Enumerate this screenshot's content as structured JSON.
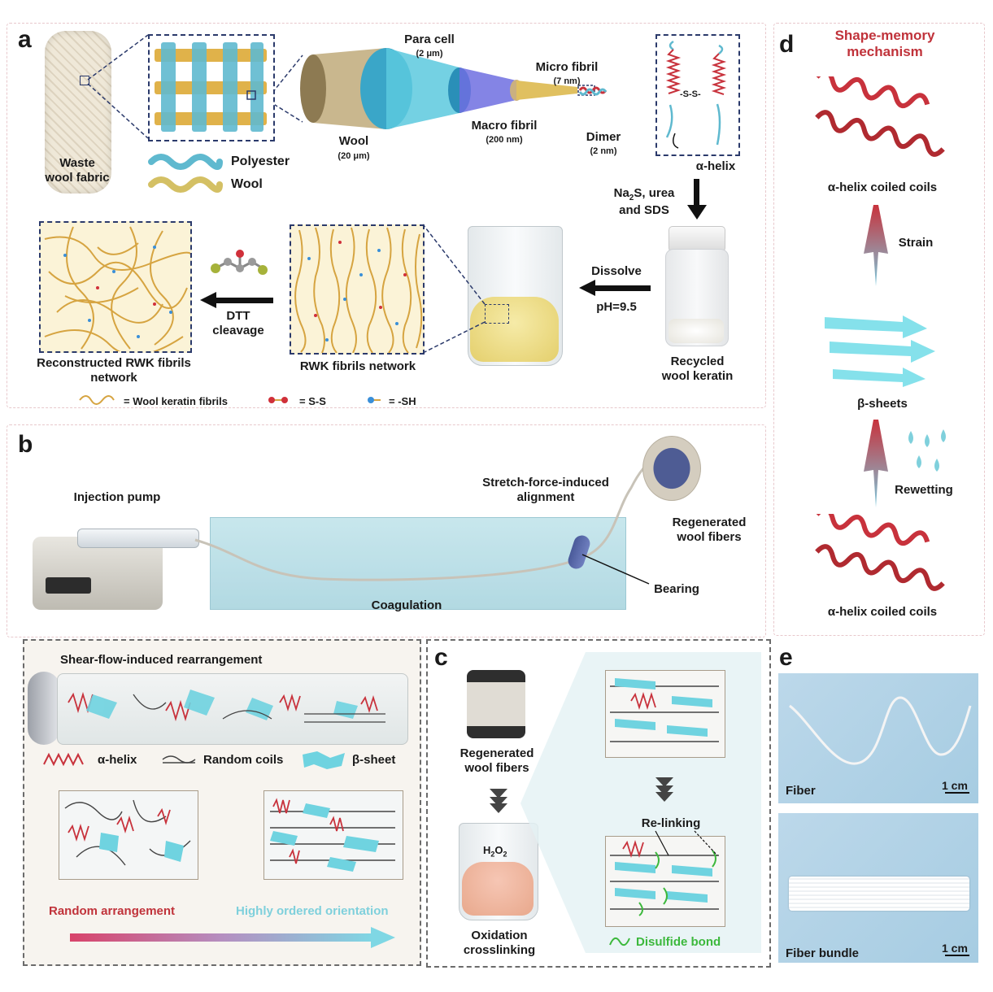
{
  "panel_a": {
    "letter": "a",
    "waste_label": "Waste\nwool fabric",
    "legend_polyester": "Polyester",
    "legend_wool": "Wool",
    "para_cell": "Para cell",
    "para_cell_size": "(2 μm)",
    "wool": "Wool",
    "wool_size": "(20 μm)",
    "macro_fibril": "Macro fibril",
    "macro_fibril_size": "(200 nm)",
    "micro_fibril": "Micro fibril",
    "micro_fibril_size": "(7 nm)",
    "dimer": "Dimer",
    "dimer_size": "(2 nm)",
    "ss_label": "-S-S-",
    "alpha_helix": "α-helix",
    "reagents_prefix": "Na",
    "reagents_sub": "2",
    "reagents_suffix": "S, urea",
    "reagents_line2": "and SDS",
    "dissolve": "Dissolve",
    "ph": "pH=9.5",
    "recycled": "Recycled\nwool keratin",
    "dtt": "DTT\ncleavage",
    "rwk_network": "RWK fibrils network",
    "reconstructed": "Reconstructed RWK fibrils\nnetwork",
    "key_fibrils": "= Wool keratin fibrils",
    "key_ss": "= S-S",
    "key_sh": "= -SH"
  },
  "panel_b": {
    "letter": "b",
    "injection_pump": "Injection pump",
    "stretch": "Stretch-force-induced\nalignment",
    "regenerated": "Regenerated\nwool fibers",
    "bearing": "Bearing",
    "coagulation": "Coagulation",
    "shear": "Shear-flow-induced rearrangement",
    "alpha_helix": "α-helix",
    "random_coils": "Random coils",
    "beta_sheet": "β-sheet",
    "random_arrangement": "Random arrangement",
    "ordered": "Highly ordered orientation"
  },
  "panel_c": {
    "letter": "c",
    "regenerated": "Regenerated\nwool fibers",
    "h2o2_main": "H",
    "h2o2_sub": "2",
    "h2o2_o": "O",
    "h2o2_sub2": "2",
    "oxidation": "Oxidation\ncrosslinking",
    "relinking": "Re-linking",
    "disulfide": "Disulfide bond"
  },
  "panel_d": {
    "letter": "d",
    "title": "Shape-memory\nmechanism",
    "alpha_top": "α-helix coiled coils",
    "strain": "Strain",
    "beta": "β-sheets",
    "rewetting": "Rewetting",
    "alpha_bottom": "α-helix coiled coils"
  },
  "panel_e": {
    "letter": "e",
    "fiber": "Fiber",
    "scale1": "1 cm",
    "bundle": "Fiber bundle",
    "scale2": "1 cm"
  },
  "colors": {
    "wool_yellow": "#e0b24a",
    "polyester_blue": "#5fb9cf",
    "helix_red": "#c8323c",
    "beta_cyan": "#6fd3e0",
    "navy_dash": "#2b3a6b",
    "title_red": "#c0323a",
    "disulfide_green": "#3cb83c"
  }
}
